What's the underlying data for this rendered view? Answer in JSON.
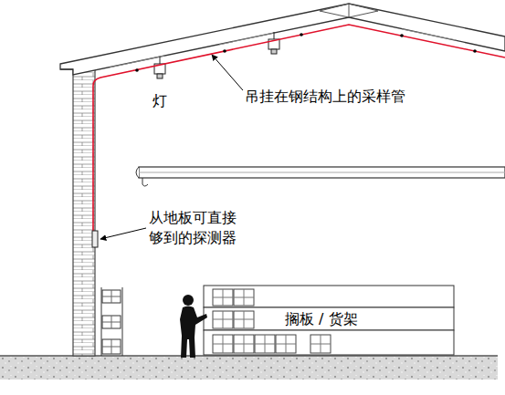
{
  "diagram": {
    "labels": [
      "灯",
      "吊挂在钢结构上的采样管",
      "从地板可直接 够到的探测器",
      "搁板 / 货架"
    ]
  }
}
